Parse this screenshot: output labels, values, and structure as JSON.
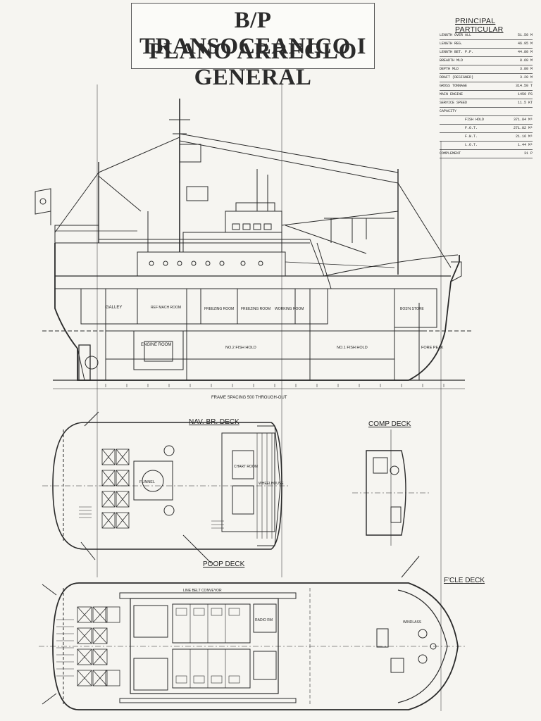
{
  "title": {
    "line1": "B/P TRANSOCEANICO I",
    "line2": "PLANO ARREGLO GENERAL"
  },
  "principal_particular": {
    "heading": "PRINCIPAL   PARTICULAR",
    "rows": [
      {
        "label": "LENGTH OVER ALL",
        "value": "51.50 M"
      },
      {
        "label": "LENGTH REG.",
        "value": "46.95 M"
      },
      {
        "label": "LENGTH BET. P.P.",
        "value": "44.80 M"
      },
      {
        "label": "BREADTH MLD",
        "value": "8.60 M"
      },
      {
        "label": "DEPTH   MLD",
        "value": "3.80 M"
      },
      {
        "label": "DRAFT   (DESIGNED)",
        "value": "3.20 M"
      },
      {
        "label": "GROSS  TONNAGE",
        "value": "314.50 T"
      },
      {
        "label": "MAIN ENGINE",
        "value": "1450 PS"
      },
      {
        "label": "SERVICE SPEED",
        "value": "11.5 KT"
      },
      {
        "label": "CAPACITY",
        "value": ""
      },
      {
        "label": "FISH HOLD",
        "value": "371.84 M³"
      },
      {
        "label": "F.O.T.",
        "value": "271.82 M³"
      },
      {
        "label": "F.W.T.",
        "value": "21.16 M³"
      },
      {
        "label": "L.O.T.",
        "value": "1.44 M³"
      },
      {
        "label": "COMPLEMENT",
        "value": "31 P"
      }
    ]
  },
  "profile_labels": {
    "engine_room": "ENGINE ROOM",
    "galley": "GALLEY",
    "ref_mach_room": "REF MACH ROOM",
    "freezing_room": "FREEZING ROOM",
    "working_room": "WORKING ROOM",
    "bosn_store": "BOS'N STORE",
    "fish_hold_2": "NO.2 FISH HOLD",
    "fish_hold_1": "NO.1 FISH HOLD",
    "fore_peak": "FORE PEAK",
    "frame_spacing": "FRAME SPACING   500   THROUGH-OUT"
  },
  "deck_titles": {
    "nav_br_deck": "NAV. BR. DECK",
    "comp_deck": "COMP DECK",
    "poop_deck": "POOP DECK",
    "fcle_deck": "F'CLE DECK"
  },
  "deck_labels": {
    "funnel": "FUNNEL",
    "wheelhouse": "WHEELHOUSE",
    "chart_room": "CHART ROOM",
    "line_belt_conveyor": "LINE BELT CONVEYOR",
    "radio_rm": "RADIO RM",
    "windlass": "WINDLASS"
  }
}
